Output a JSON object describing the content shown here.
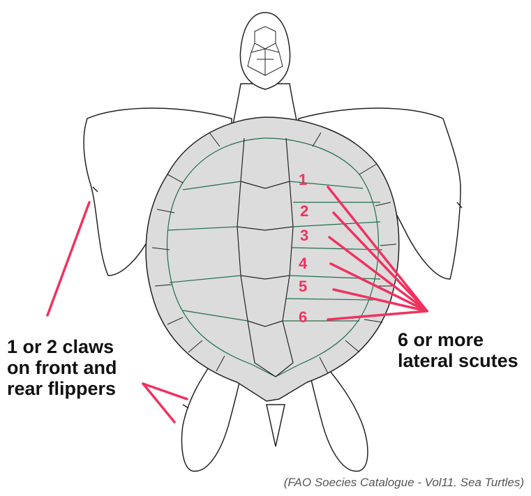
{
  "colors": {
    "annotation": "#f0325f",
    "outline": "#222222",
    "shell_fill": "#dcdcdc",
    "scute_line": "#1f6e4a"
  },
  "scute_numbers": [
    "1",
    "2",
    "3",
    "4",
    "5",
    "6"
  ],
  "claws_label": {
    "lines": [
      "1 or 2 claws",
      "on front and",
      "rear flippers"
    ]
  },
  "scutes_label": {
    "lines": [
      "6 or more",
      "lateral scutes"
    ]
  },
  "caption": "(FAO Soecies Catalogue - Vol11. Sea Turtles)"
}
